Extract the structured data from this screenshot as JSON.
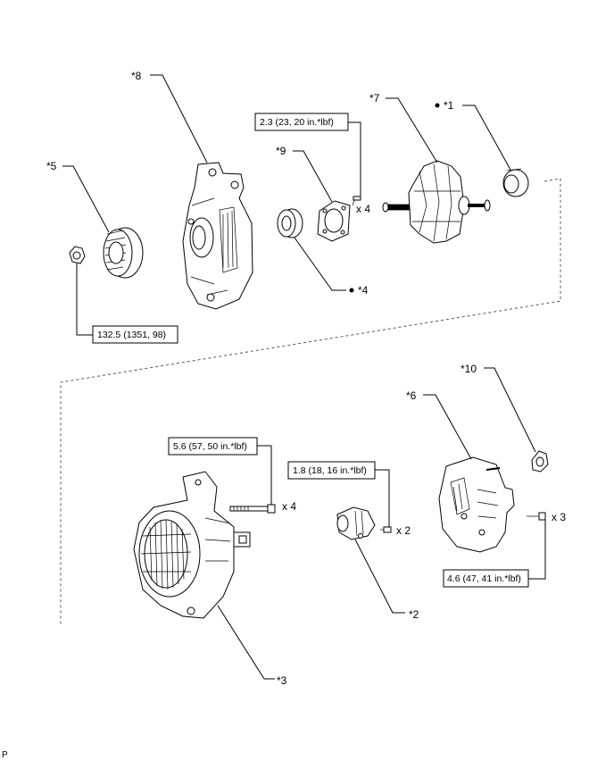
{
  "callouts": {
    "c1": "*1",
    "c2": "*2",
    "c3": "*3",
    "c4": "*4",
    "c5": "*5",
    "c6": "*6",
    "c7": "*7",
    "c8": "*8",
    "c9": "*9",
    "c10": "*10"
  },
  "torques": {
    "t_pulley_nut": "132.5 (1351, 98)",
    "t_bearing_retainer": "2.3 (23, 20 in.*lbf)",
    "t_through_bolt": "5.6 (57, 50 in.*lbf)",
    "t_brush_holder": "1.8 (18, 16 in.*lbf)",
    "t_rear_cover": "4.6 (47, 41 in.*lbf)"
  },
  "quantities": {
    "q_retainer_screws": "x 4",
    "q_through_bolts": "x 4",
    "q_brush_screws": "x 2",
    "q_cover_bolts": "x 3"
  },
  "corner_mark": "P",
  "icons": {
    "non_reusable": "filled-dot-icon"
  }
}
